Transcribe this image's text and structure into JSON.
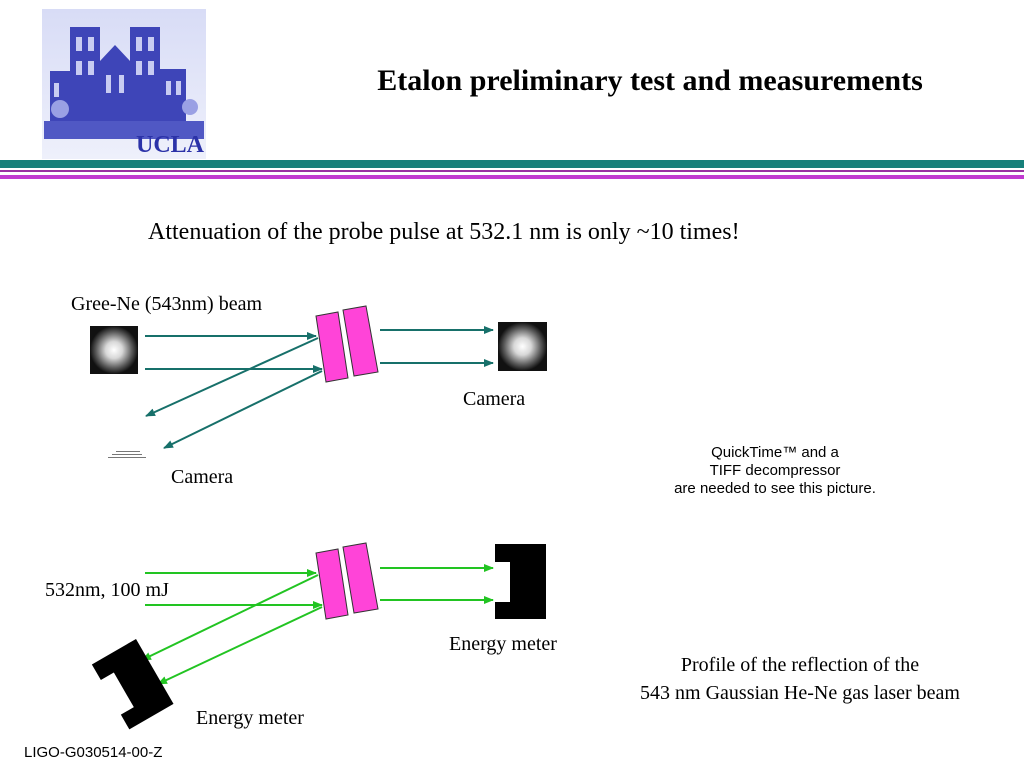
{
  "header": {
    "logo_text": "UCLA",
    "title": "Etalon preliminary test and measurements"
  },
  "subtitle": "Attenuation of the probe pulse at 532.1 nm is only ~10 times!",
  "diagram_top": {
    "beam_label": "Gree-Ne (543nm) beam",
    "camera_right_label": "Camera",
    "camera_left_label": "Camera",
    "beam_color": "#17706a",
    "etalon_color": "#ff40d8"
  },
  "diagram_bottom": {
    "laser_label": "532nm, 100 mJ",
    "meter_right_label": "Energy meter",
    "meter_left_label": "Energy meter",
    "beam_color": "#22c422",
    "etalon_color": "#ff40d8"
  },
  "quicktime_placeholder": {
    "line1": "QuickTime™ and a",
    "line2": "TIFF decompressor",
    "line3": "are needed to see this picture."
  },
  "caption": {
    "line1": "Profile of the reflection of the",
    "line2": "543 nm Gaussian He-Ne gas laser beam"
  },
  "footer": "LIGO-G030514-00-Z"
}
